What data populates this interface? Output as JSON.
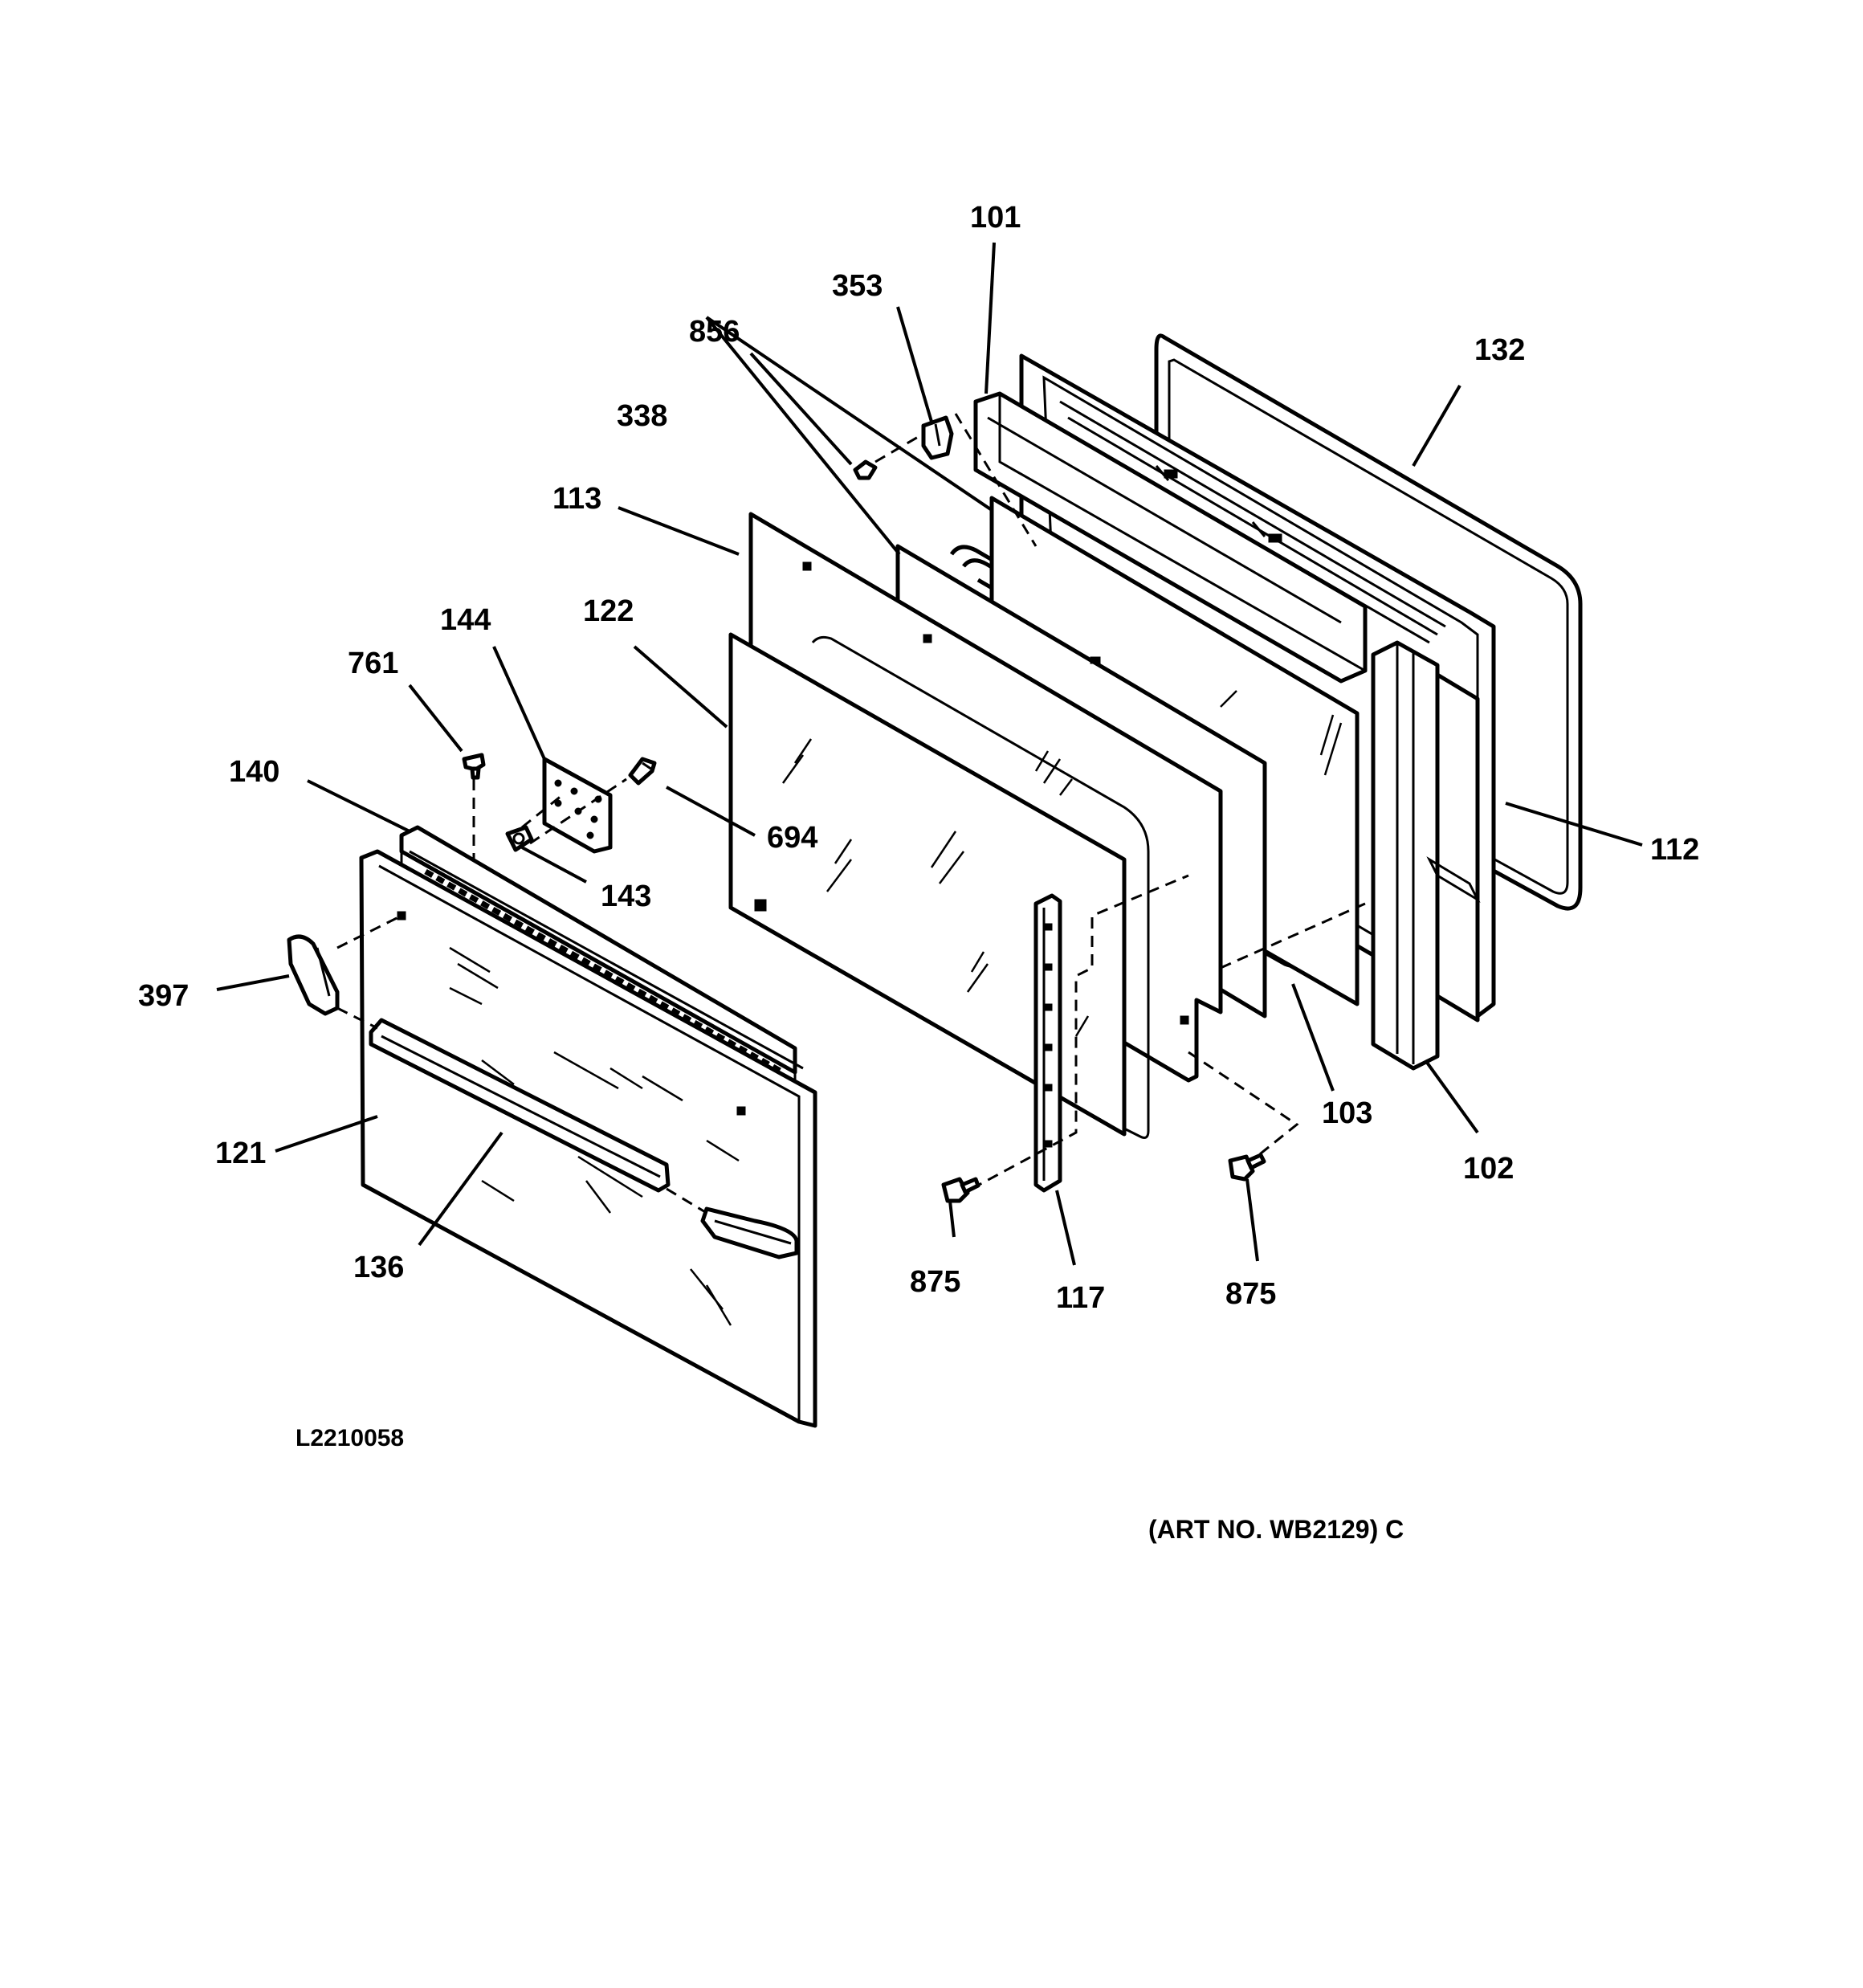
{
  "callouts": [
    {
      "id": "101",
      "text": "101"
    },
    {
      "id": "353",
      "text": "353"
    },
    {
      "id": "856",
      "text": "856"
    },
    {
      "id": "132",
      "text": "132"
    },
    {
      "id": "338",
      "text": "338"
    },
    {
      "id": "113",
      "text": "113"
    },
    {
      "id": "122",
      "text": "122"
    },
    {
      "id": "144",
      "text": "144"
    },
    {
      "id": "761",
      "text": "761"
    },
    {
      "id": "140",
      "text": "140"
    },
    {
      "id": "694",
      "text": "694"
    },
    {
      "id": "112",
      "text": "112"
    },
    {
      "id": "143",
      "text": "143"
    },
    {
      "id": "397",
      "text": "397"
    },
    {
      "id": "121",
      "text": "121"
    },
    {
      "id": "103",
      "text": "103"
    },
    {
      "id": "102",
      "text": "102"
    },
    {
      "id": "136",
      "text": "136"
    },
    {
      "id": "875a",
      "text": "875"
    },
    {
      "id": "117",
      "text": "117"
    },
    {
      "id": "875b",
      "text": "875"
    }
  ],
  "figure_id": "L2210058",
  "art_number": "(ART NO. WB2129) C"
}
